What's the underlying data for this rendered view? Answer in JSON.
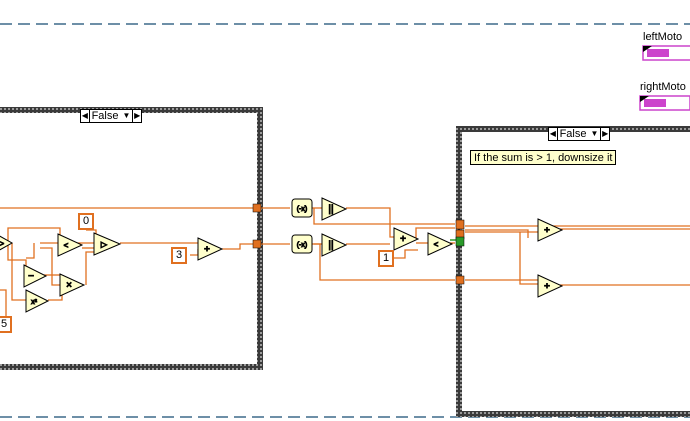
{
  "case_left": {
    "selector_value": "False"
  },
  "case_right": {
    "selector_value": "False",
    "comment": "If the sum is > 1, downsize it"
  },
  "indicators": [
    {
      "label": "leftMoto"
    },
    {
      "label": "rightMoto"
    }
  ],
  "constants": {
    "zero": "0",
    "three": "3",
    "one": "1",
    "five": "5"
  },
  "colors": {
    "wire": "#e07020",
    "bool_wire": "#2a9a2a",
    "case_border": "#2d2d2d",
    "cluster": "#cc44cc",
    "frame_dash": "#3d6a8a"
  },
  "icons": [
    "max-min-node",
    "compare-node",
    "subtract-node",
    "multiply-node",
    "divide-node",
    "add-node",
    "absolute-value-node",
    "square-node",
    "select-node",
    "negate-node"
  ]
}
